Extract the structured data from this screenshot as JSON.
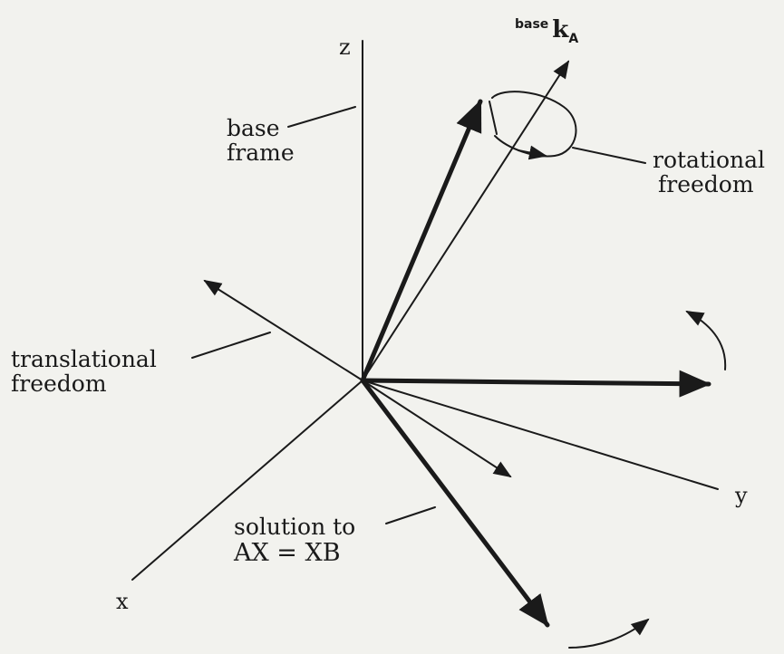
{
  "axes": {
    "z": "z",
    "x": "x",
    "y": "y"
  },
  "vector_label": {
    "superscript": "base",
    "symbol": "k",
    "subscript": "A"
  },
  "labels": {
    "base_frame": [
      "base",
      "frame"
    ],
    "rotational_freedom": [
      "rotational",
      "freedom"
    ],
    "translational_freedom": [
      "translational",
      "freedom"
    ],
    "solution": [
      "solution to",
      "AX = XB"
    ]
  },
  "colors": {
    "background": "#f2f2ee",
    "ink": "#1a1a1a"
  }
}
